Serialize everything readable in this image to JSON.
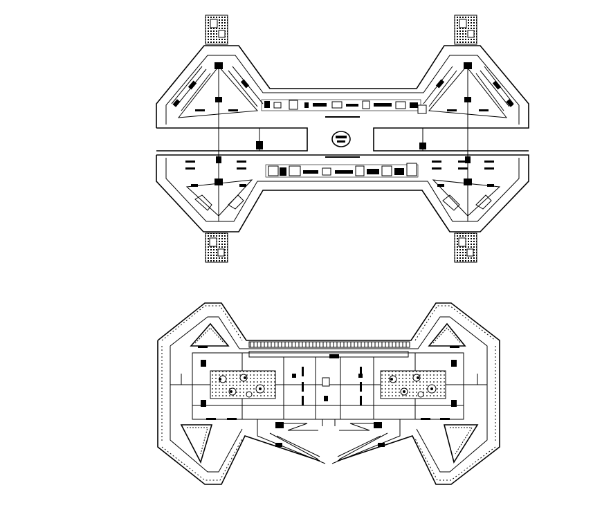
{
  "drawing": {
    "background": "#ffffff",
    "line_color": "#000000",
    "views": [
      {
        "id": "upper-floor-plan",
        "kind": "floor-plan"
      },
      {
        "id": "lower-parking-plan",
        "kind": "site-plan"
      }
    ]
  }
}
